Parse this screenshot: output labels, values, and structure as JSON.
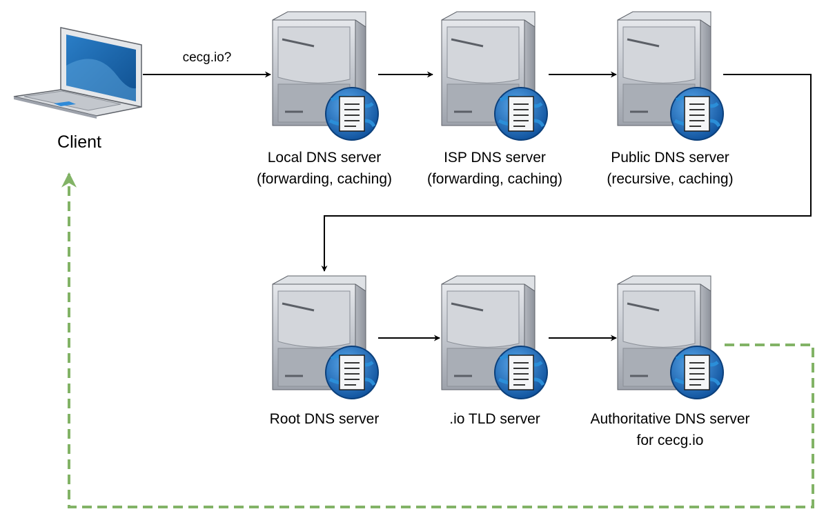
{
  "diagram": {
    "client": {
      "label": "Client"
    },
    "query_label": "cecg.io?",
    "servers": [
      {
        "id": "local-dns",
        "line1": "Local DNS server",
        "line2": "(forwarding, caching)"
      },
      {
        "id": "isp-dns",
        "line1": "ISP DNS server",
        "line2": "(forwarding, caching)"
      },
      {
        "id": "public-dns",
        "line1": "Public DNS server",
        "line2": "(recursive, caching)"
      },
      {
        "id": "root-dns",
        "line1": "Root DNS server",
        "line2": ""
      },
      {
        "id": "tld-io",
        "line1": ".io TLD server",
        "line2": ""
      },
      {
        "id": "authoritative-dns",
        "line1": "Authoritative DNS server",
        "line2": "for cecg.io"
      }
    ],
    "icons": {
      "client": "laptop-icon",
      "server": "server-icon",
      "server_badge": "dns-document-globe-icon"
    },
    "colors": {
      "query_edge": "#000000",
      "response_edge": "#82b366",
      "server_body": "#a7acb4",
      "globe": "#1b6fc2",
      "screen": "#1c6bb0"
    }
  }
}
